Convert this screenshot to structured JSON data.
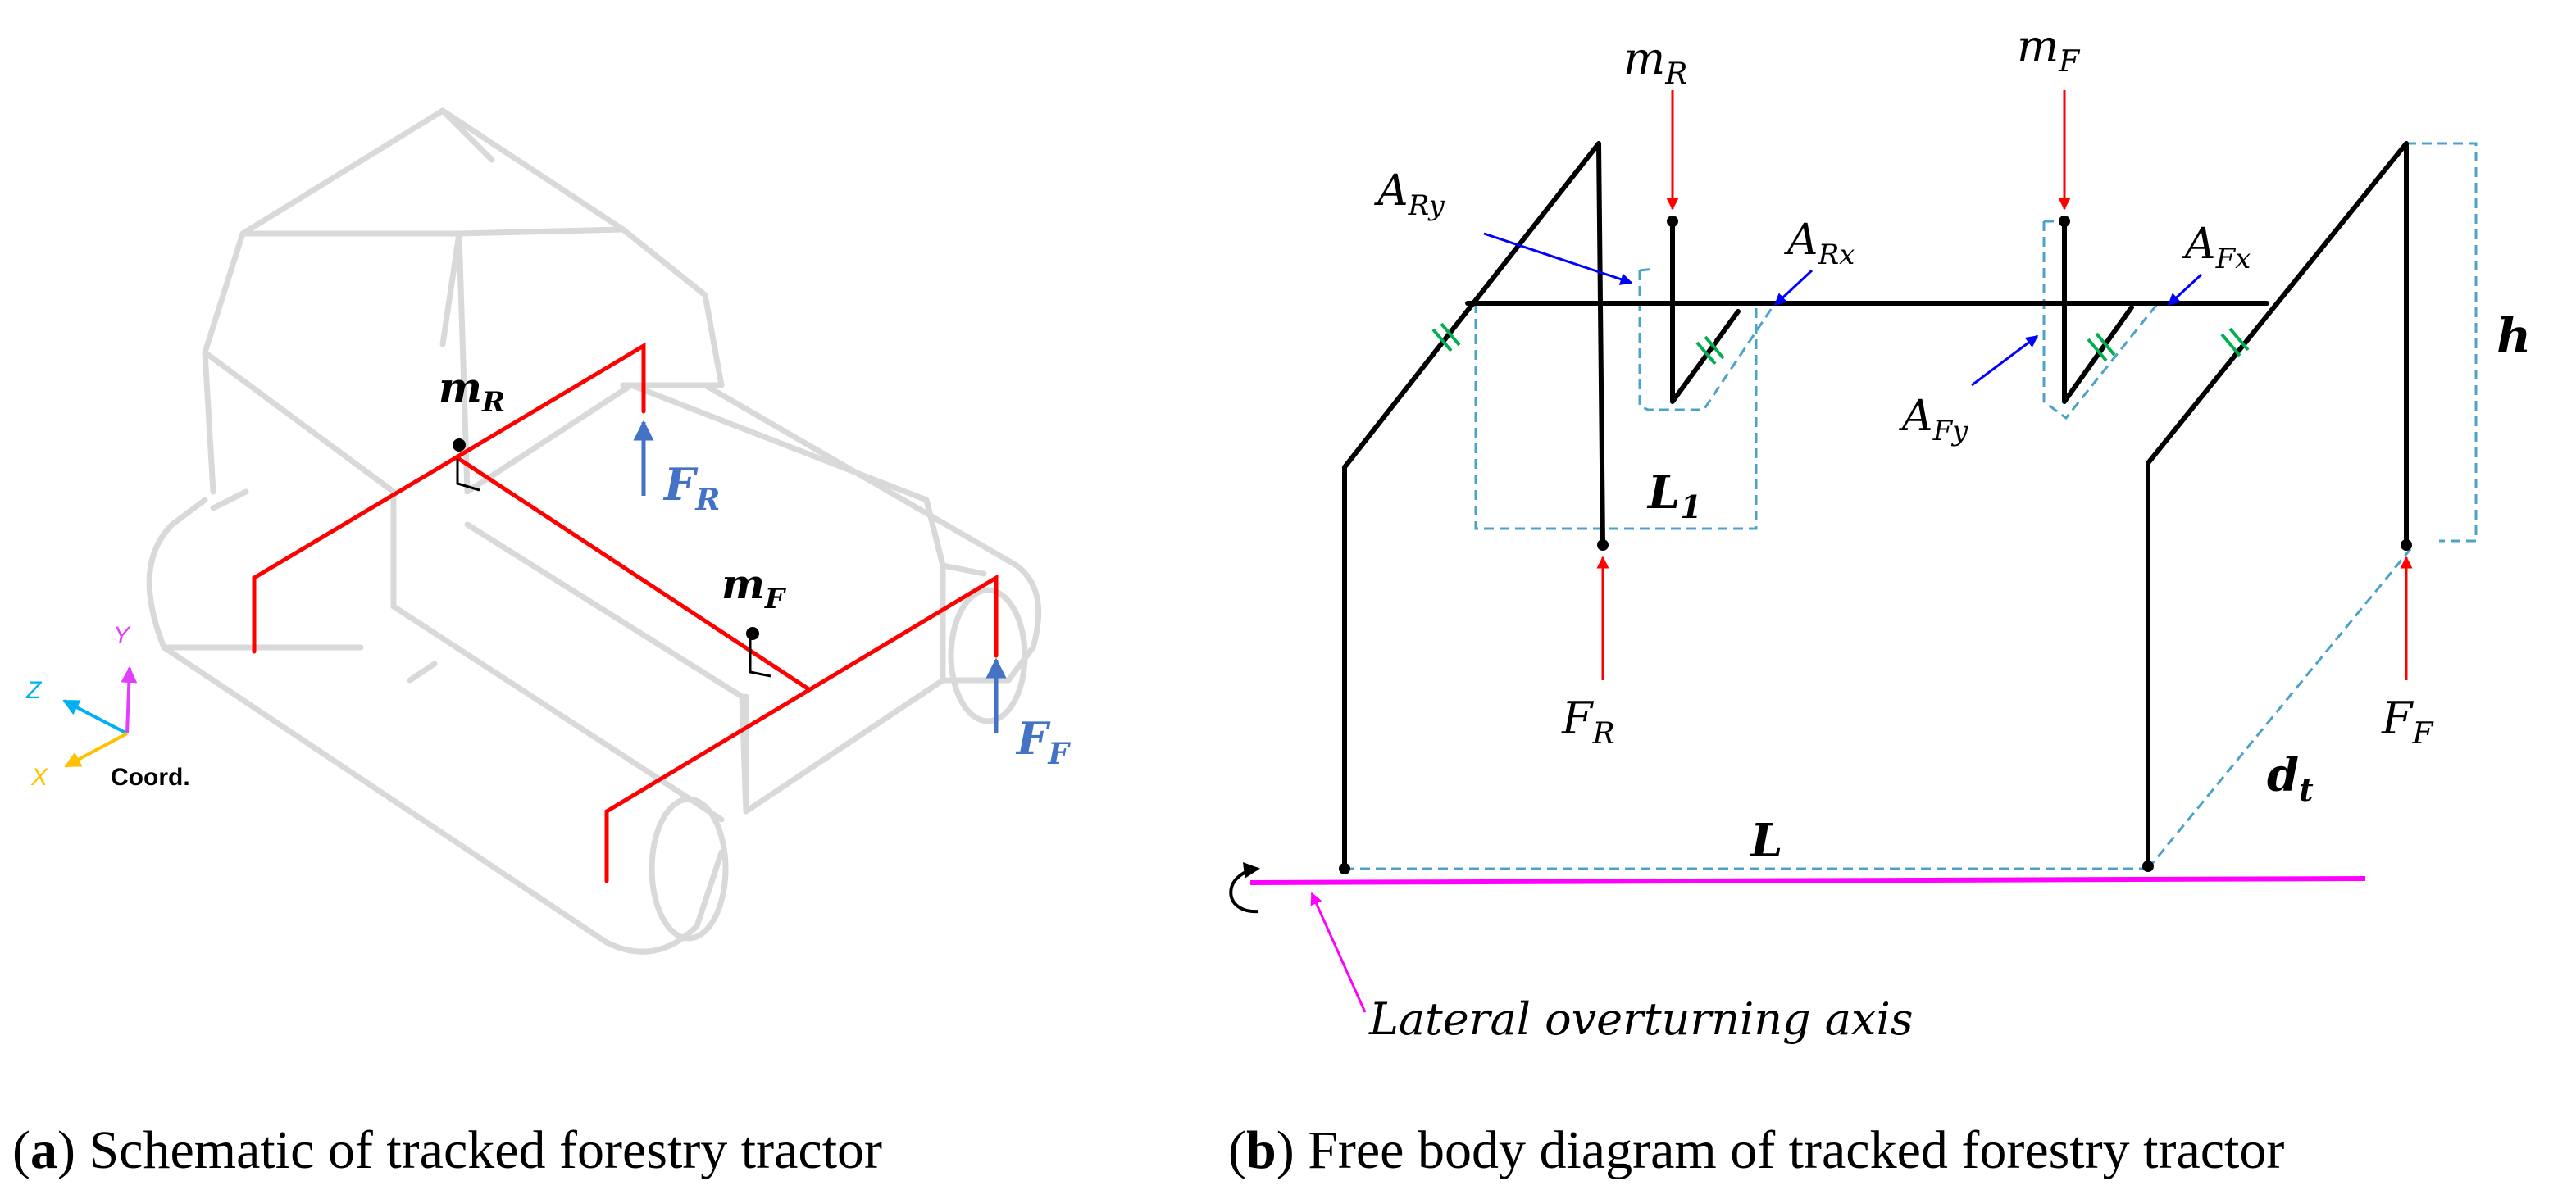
{
  "colors": {
    "tractor": "#d9d9d9",
    "frame": "#ff0000",
    "force": "#4472c4",
    "axis_y": "#e040fb",
    "axis_z": "#00b0f0",
    "axis_x": "#ffc000",
    "dashed": "#4ba3c7",
    "overturn_axis": "#ff00ff",
    "hinge": "#00b050",
    "arrow_red": "#ff0000",
    "arrow_blue": "#0000ff"
  },
  "panel_a": {
    "mass_rear": {
      "main": "m",
      "sub": "R"
    },
    "mass_front": {
      "main": "m",
      "sub": "F"
    },
    "force_rear": {
      "main": "F",
      "sub": "R"
    },
    "force_front": {
      "main": "F",
      "sub": "F"
    },
    "coord": {
      "y": "Y",
      "z": "Z",
      "x": "X",
      "label": "Coord."
    },
    "caption": {
      "tag": "a",
      "text": " Schematic of tracked forestry tractor"
    }
  },
  "panel_b": {
    "mass_rear": {
      "main": "m",
      "sub": "R"
    },
    "mass_front": {
      "main": "m",
      "sub": "F"
    },
    "force_rear": {
      "main": "F",
      "sub": "R"
    },
    "force_front": {
      "main": "F",
      "sub": "F"
    },
    "a_ry": {
      "main": "A",
      "sub": "Ry"
    },
    "a_rx": {
      "main": "A",
      "sub": "Rx"
    },
    "a_fx": {
      "main": "A",
      "sub": "Fx"
    },
    "a_fy": {
      "main": "A",
      "sub": "Fy"
    },
    "h": "h",
    "l1": {
      "main": "L",
      "sub": "1"
    },
    "l": "L",
    "dt": {
      "main": "d",
      "sub": "t"
    },
    "axis_label": "Lateral overturning axis",
    "caption": {
      "tag": "b",
      "text": " Free body diagram of tracked forestry tractor"
    }
  }
}
